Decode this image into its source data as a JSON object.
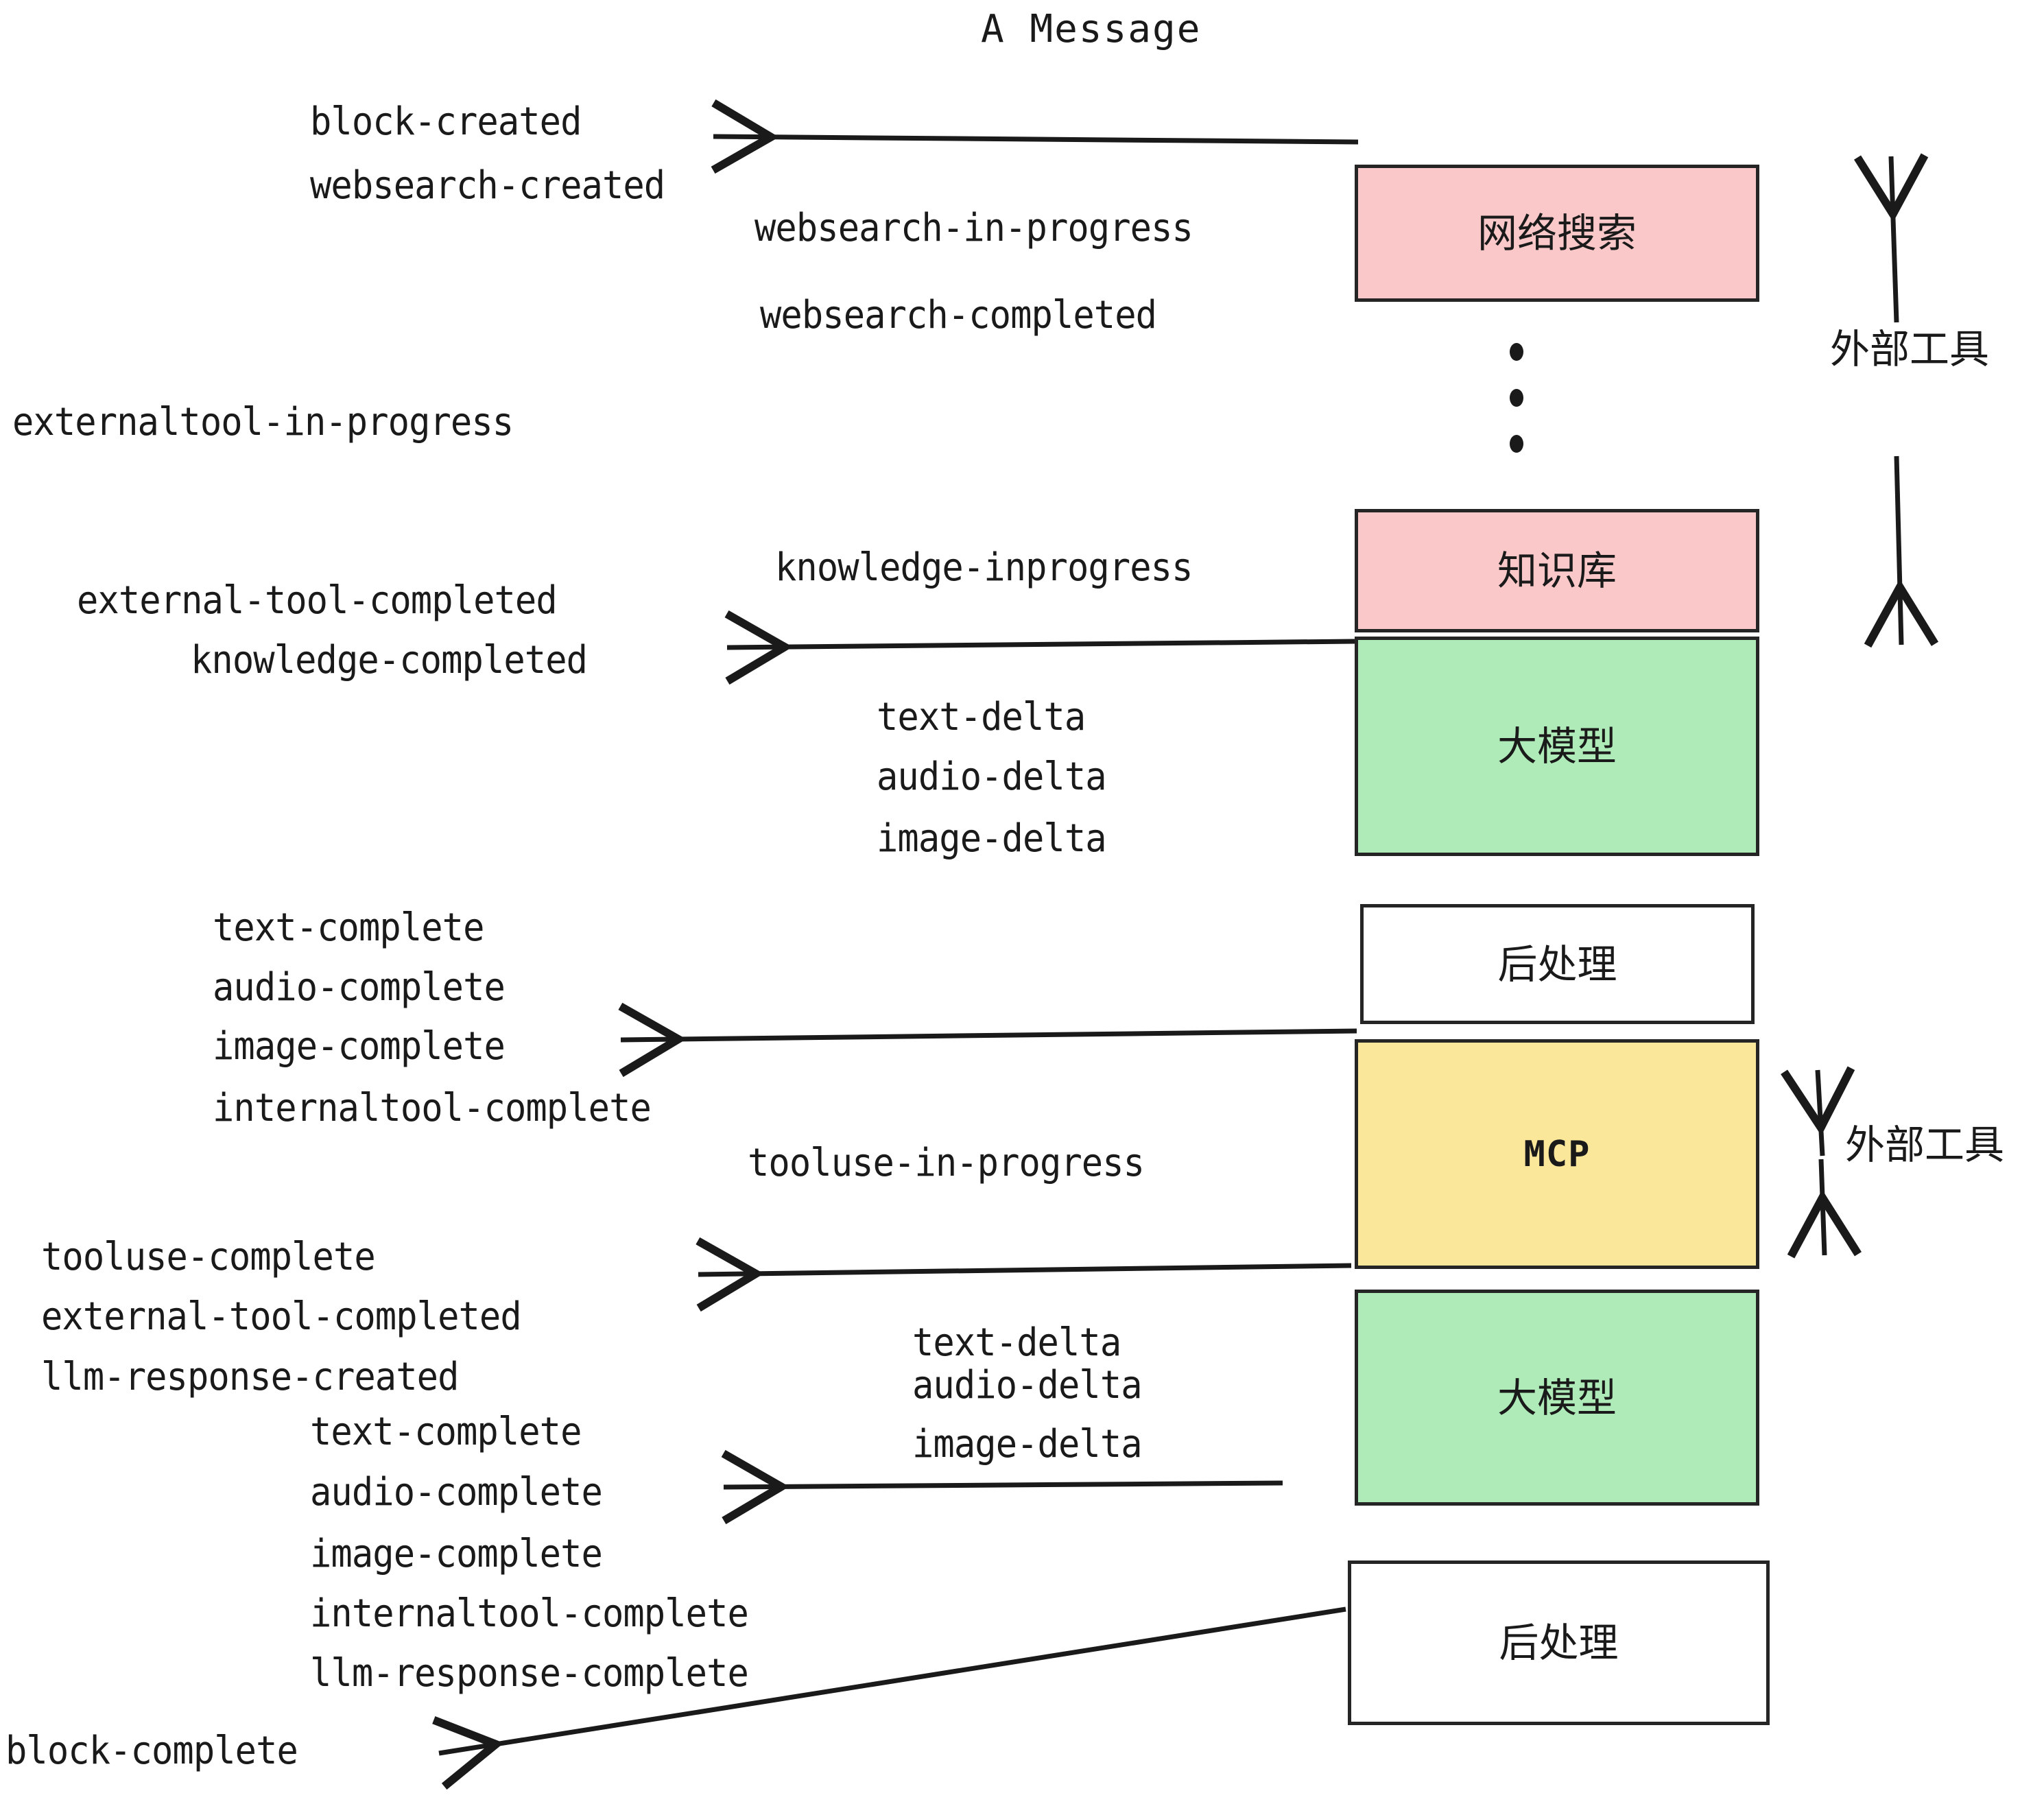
{
  "title": "A Message",
  "colors": {
    "tool_pink": "#fac8c8",
    "llm_green": "#aeebb8",
    "mcp_yellow": "#fae79a",
    "postprocess_white": "#ffffff",
    "stroke": "#252525",
    "text": "#1a1a1a"
  },
  "nodes": [
    {
      "id": "websearch",
      "label": "网络搜索",
      "fill": "#fac8c8"
    },
    {
      "id": "knowledge",
      "label": "知识库",
      "fill": "#fac8c8"
    },
    {
      "id": "llm-top",
      "label": "大模型",
      "fill": "#aeebb8"
    },
    {
      "id": "postprocess-top",
      "label": "后处理",
      "fill": "#ffffff"
    },
    {
      "id": "mcp",
      "label": "MCP",
      "fill": "#fae79a"
    },
    {
      "id": "llm-bottom",
      "label": "大模型",
      "fill": "#aeebb8"
    },
    {
      "id": "postprocess-bot",
      "label": "后处理",
      "fill": "#ffffff"
    }
  ],
  "side_labels": [
    {
      "id": "external-tool-upper",
      "label": "外部工具"
    },
    {
      "id": "external-tool-lower",
      "label": "外部工具"
    }
  ],
  "events": [
    {
      "id": "block-created",
      "text": "block-created"
    },
    {
      "id": "websearch-created",
      "text": "websearch-created"
    },
    {
      "id": "websearch-in-progress",
      "text": "websearch-in-progress"
    },
    {
      "id": "websearch-completed",
      "text": "websearch-completed"
    },
    {
      "id": "externaltool-in-progress",
      "text": "externaltool-in-progress"
    },
    {
      "id": "knowledge-inprogress",
      "text": "knowledge-inprogress"
    },
    {
      "id": "external-tool-completed-1",
      "text": "external-tool-completed"
    },
    {
      "id": "knowledge-completed",
      "text": "knowledge-completed"
    },
    {
      "id": "text-delta-1",
      "text": "text-delta"
    },
    {
      "id": "audio-delta-1",
      "text": "audio-delta"
    },
    {
      "id": "image-delta-1",
      "text": "image-delta"
    },
    {
      "id": "text-complete-1",
      "text": "text-complete"
    },
    {
      "id": "audio-complete-1",
      "text": "audio-complete"
    },
    {
      "id": "image-complete-1",
      "text": "image-complete"
    },
    {
      "id": "internaltool-complete-1",
      "text": "internaltool-complete"
    },
    {
      "id": "tooluse-in-progress",
      "text": "tooluse-in-progress"
    },
    {
      "id": "tooluse-complete",
      "text": "tooluse-complete"
    },
    {
      "id": "external-tool-completed-2",
      "text": "external-tool-completed"
    },
    {
      "id": "llm-response-created",
      "text": "llm-response-created"
    },
    {
      "id": "text-delta-2",
      "text": "text-delta"
    },
    {
      "id": "audio-delta-2",
      "text": "audio-delta"
    },
    {
      "id": "image-delta-2",
      "text": "image-delta"
    },
    {
      "id": "text-complete-2",
      "text": "text-complete"
    },
    {
      "id": "audio-complete-2",
      "text": "audio-complete"
    },
    {
      "id": "image-complete-2",
      "text": "image-complete"
    },
    {
      "id": "internaltool-complete-2",
      "text": "internaltool-complete"
    },
    {
      "id": "llm-response-complete",
      "text": "llm-response-complete"
    },
    {
      "id": "block-complete",
      "text": "block-complete"
    }
  ]
}
